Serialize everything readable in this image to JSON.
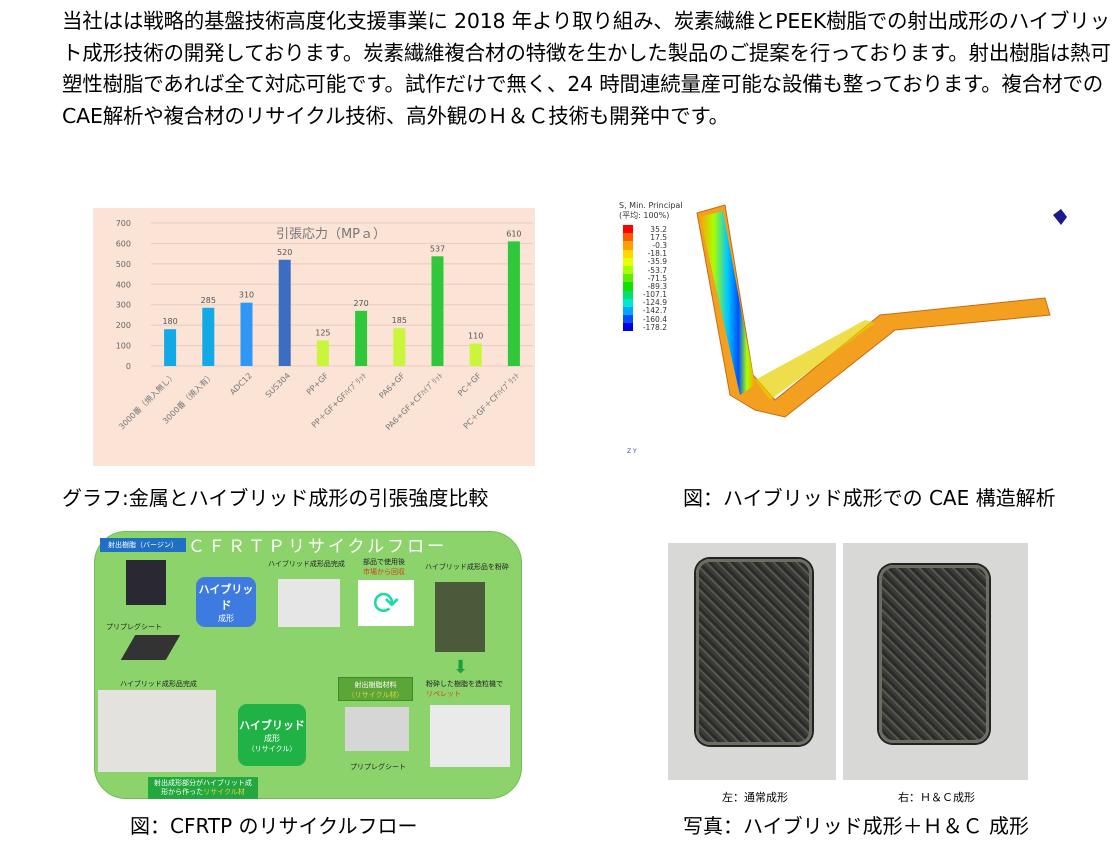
{
  "intro": "当社はは戦略的基盤技術高度化支援事業に 2018 年より取り組み、炭素繊維とPEEK樹脂での射出成形のハイブリット成形技術の開発しております。炭素繊維複合材の特徴を生かした製品のご提案を行っております。射出樹脂は熱可塑性樹脂であれば全て対応可能です。試作だけで無く、24 時間連続量産可能な設備も整っております。複合材でのCAE解析や複合材のリサイクル技術、高外観のＨ＆Ｃ技術も開発中です。",
  "captions": {
    "chart": "グラフ:金属とハイブリッド成形の引張強度比較",
    "cae": "図：ハイブリッド成形での CAE 構造解析",
    "flow": "図：CFRTP のリサイクルフロー",
    "photo": "写真：ハイブリッド成形＋Ｈ＆Ｃ 成形"
  },
  "chart_data": {
    "type": "bar",
    "title": "引張応力（MPａ）",
    "categories": [
      "3000番（焼入無し）",
      "3000番（焼入有）",
      "ADC12",
      "SUS304",
      "PP+GF",
      "PP＋GF+GFﾊｲﾌﾞﾘｯﾄ",
      "PA6+GF",
      "PA6+GF+CFﾊｲﾌﾞﾘｯﾄ",
      "PC＋GF",
      "PC＋GF＋CFﾊｲﾌﾞﾘｯﾄ"
    ],
    "values": [
      180,
      285,
      310,
      520,
      125,
      270,
      185,
      537,
      110,
      610
    ],
    "colors": [
      "#13a9e6",
      "#13a9e6",
      "#2f97f5",
      "#3b6dc2",
      "#c9f53a",
      "#2ec83a",
      "#c9f53a",
      "#2ec83a",
      "#c9f53a",
      "#2ec83a"
    ],
    "ylim": [
      0,
      700
    ],
    "yticks": [
      0,
      100,
      200,
      300,
      400,
      500,
      600,
      700
    ],
    "grid": true,
    "background": "#fbe3d6"
  },
  "cae": {
    "legend_title": "S, Min. Principal",
    "legend_subtitle": "(平均: 100%)",
    "legend_values": [
      "35.2",
      "17.5",
      "-0.3",
      "-18.1",
      "-35.9",
      "-53.7",
      "-71.5",
      "-89.3",
      "-107.1",
      "-124.9",
      "-142.7",
      "-160.4",
      "-178.2"
    ],
    "legend_colors": [
      "#ff0000",
      "#ff5a00",
      "#ffa000",
      "#ffd800",
      "#e8ff00",
      "#a8ff00",
      "#5cf000",
      "#10e000",
      "#00e070",
      "#00e8d0",
      "#00a8ff",
      "#0050ff",
      "#0000e0"
    ]
  },
  "flow": {
    "title": "ＣＦＲＴＰリサイクルフロー",
    "virgin_label": "射出樹脂（バージン）",
    "prepreg1": "プリプレグシート",
    "hybrid1_line1": "ハイブリッド",
    "hybrid1_line2": "成形",
    "done1": "ハイブリッド成形品完成",
    "used_line1": "部品で使用後",
    "used_line2": "市場から回収",
    "crush": "ハイブリッド成形品を粉砕",
    "repellet_line1": "粉砕した樹脂を造粒機で",
    "repellet_line2": "リペレット",
    "recycle_mat_line1": "射出樹脂材料",
    "recycle_mat_line2": "（リサイクル材）",
    "hybrid2_line1": "ハイブリッド",
    "hybrid2_line2": "成形",
    "hybrid2_line3": "（リサイクル）",
    "prepreg2": "プリプレグシート",
    "done2": "ハイブリッド成形品完成",
    "note_line1": "射出成形部分がハイブリット成",
    "note_line2": "形から作った",
    "note_highlight": "リサイクル材"
  },
  "photos": {
    "left_label": "左：通常成形",
    "right_label": "右：Ｈ＆Ｃ成形"
  }
}
